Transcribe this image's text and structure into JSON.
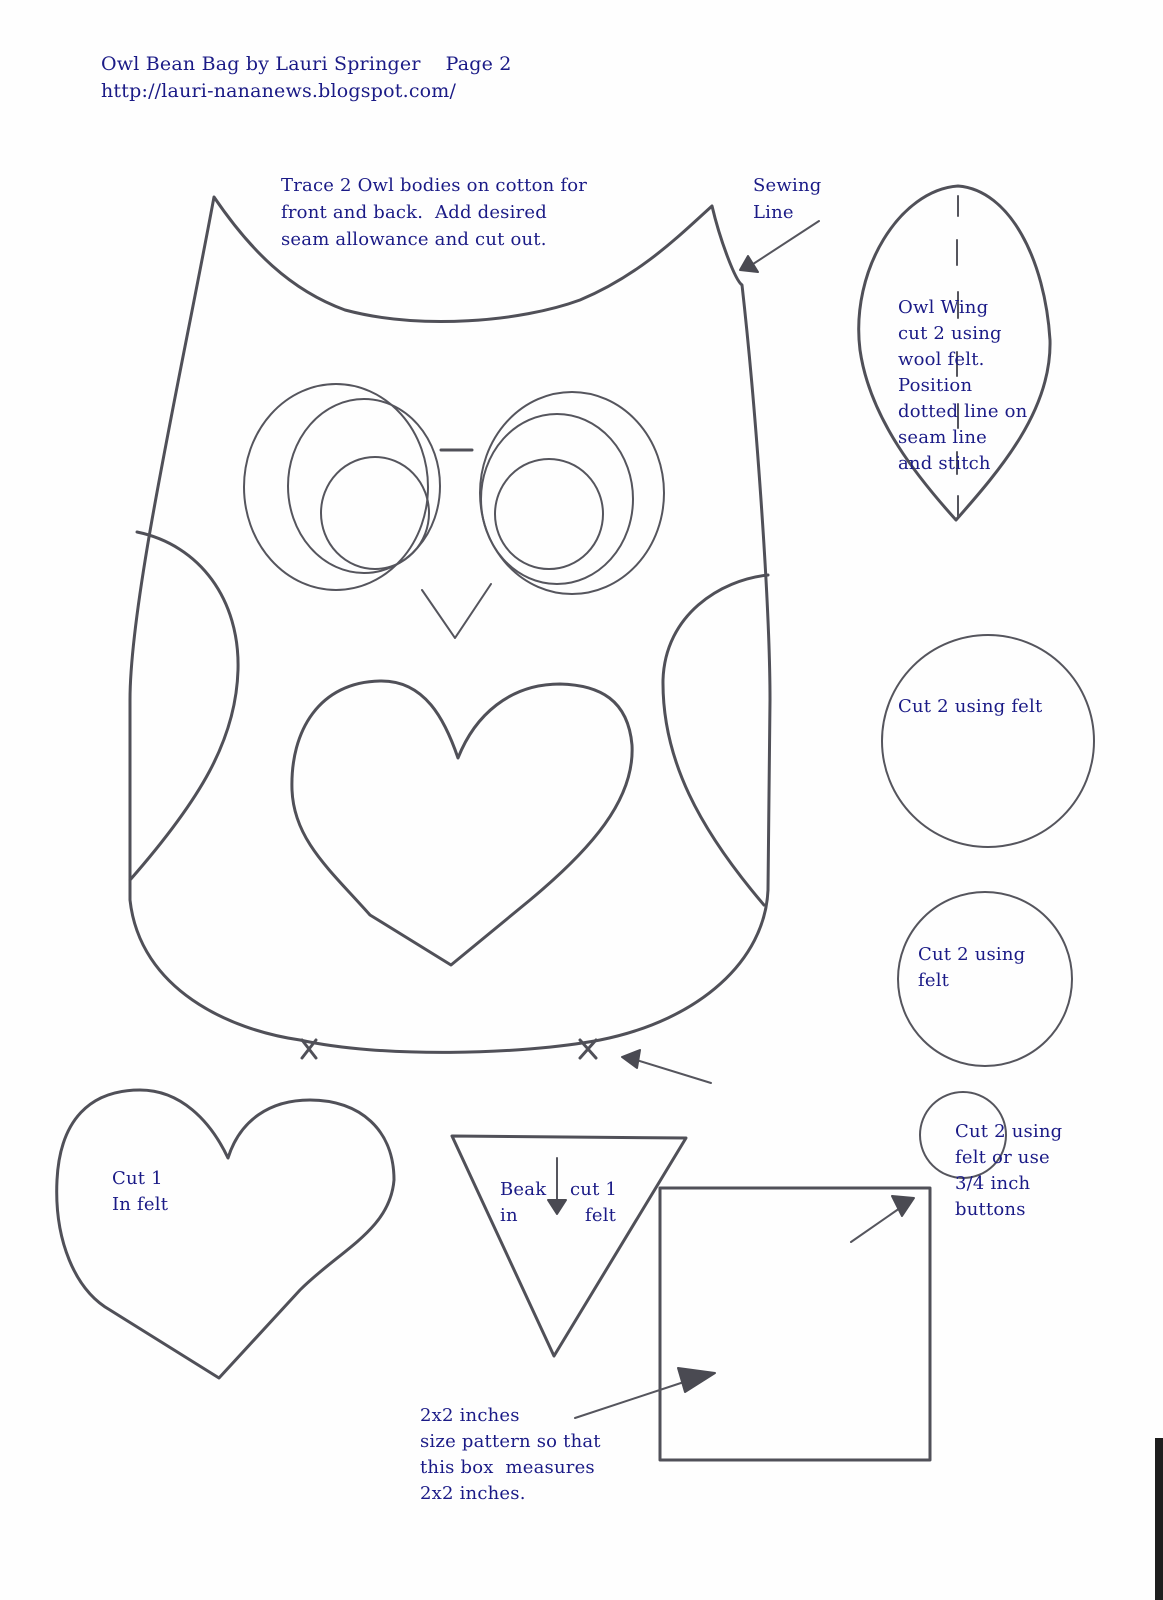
{
  "header": {
    "title": "Owl Bean Bag by Lauri Springer    Page 2",
    "url": "http://lauri-nananews.blogspot.com/"
  },
  "owl_body": {
    "instructions": [
      "Trace 2 Owl bodies on cotton for",
      "front and back.  Add desired",
      "seam allowance and cut out."
    ],
    "sewing_line_label": [
      "Sewing",
      "Line"
    ]
  },
  "wing": {
    "label": [
      "Owl Wing",
      "cut 2 using",
      "wool felt.",
      "Position",
      "dotted line on",
      "seam line",
      "and stitch"
    ]
  },
  "large_circle": {
    "label": "Cut 2 using felt"
  },
  "medium_circle": {
    "label": [
      "Cut 2 using",
      "felt"
    ]
  },
  "small_circle": {
    "label": [
      "Cut 2 using",
      "felt or use",
      "3/4 inch",
      "buttons"
    ]
  },
  "heart": {
    "label": [
      "Cut 1",
      "In felt"
    ]
  },
  "beak": {
    "label_line1": "Beak",
    "label_line1b": "cut 1",
    "label_line2": "in",
    "label_line2b": "felt"
  },
  "scale_box": {
    "label": [
      "2x2 inches",
      "size pattern so that",
      "this box  measures",
      "2x2 inches."
    ],
    "size_inches": "2x2"
  },
  "colors": {
    "text": "#1a1a86",
    "ink": "#505058",
    "paper": "#fefefe"
  }
}
